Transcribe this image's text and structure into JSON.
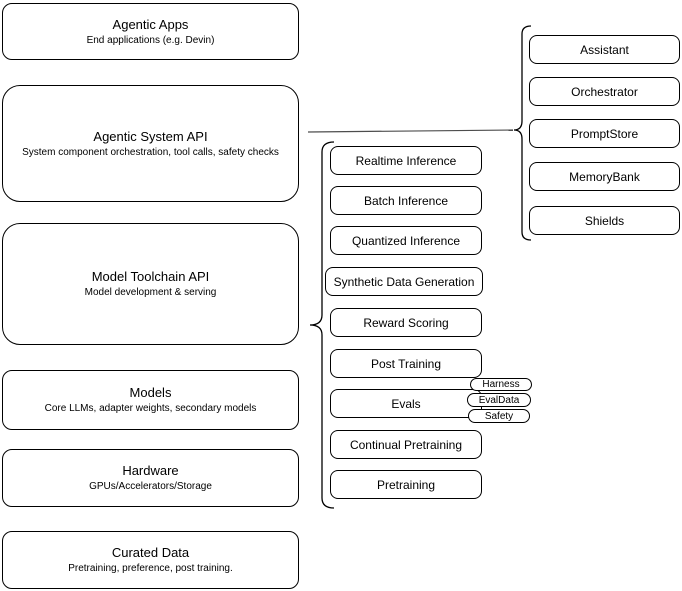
{
  "left_column": [
    {
      "title": "Agentic Apps",
      "subtitle": "End applications (e.g. Devin)"
    },
    {
      "title": "Agentic System API",
      "subtitle": "System component orchestration, tool calls, safety checks"
    },
    {
      "title": "Model Toolchain API",
      "subtitle": "Model development & serving"
    },
    {
      "title": "Models",
      "subtitle": "Core LLMs, adapter weights, secondary models"
    },
    {
      "title": "Hardware",
      "subtitle": "GPUs/Accelerators/Storage"
    },
    {
      "title": "Curated Data",
      "subtitle": "Pretraining, preference, post training."
    }
  ],
  "toolchain": {
    "items": [
      "Realtime Inference",
      "Batch Inference",
      "Quantized Inference",
      "Synthetic Data Generation",
      "Reward Scoring",
      "Post Training",
      "Evals",
      "Continual Pretraining",
      "Pretraining"
    ]
  },
  "eval_tags": [
    "Harness",
    "EvalData",
    "Safety"
  ],
  "system_components": [
    "Assistant",
    "Orchestrator",
    "PromptStore",
    "MemoryBank",
    "Shields"
  ],
  "colors": {
    "stroke": "#000000",
    "connector": "#4d4d4d",
    "background": "#ffffff"
  }
}
